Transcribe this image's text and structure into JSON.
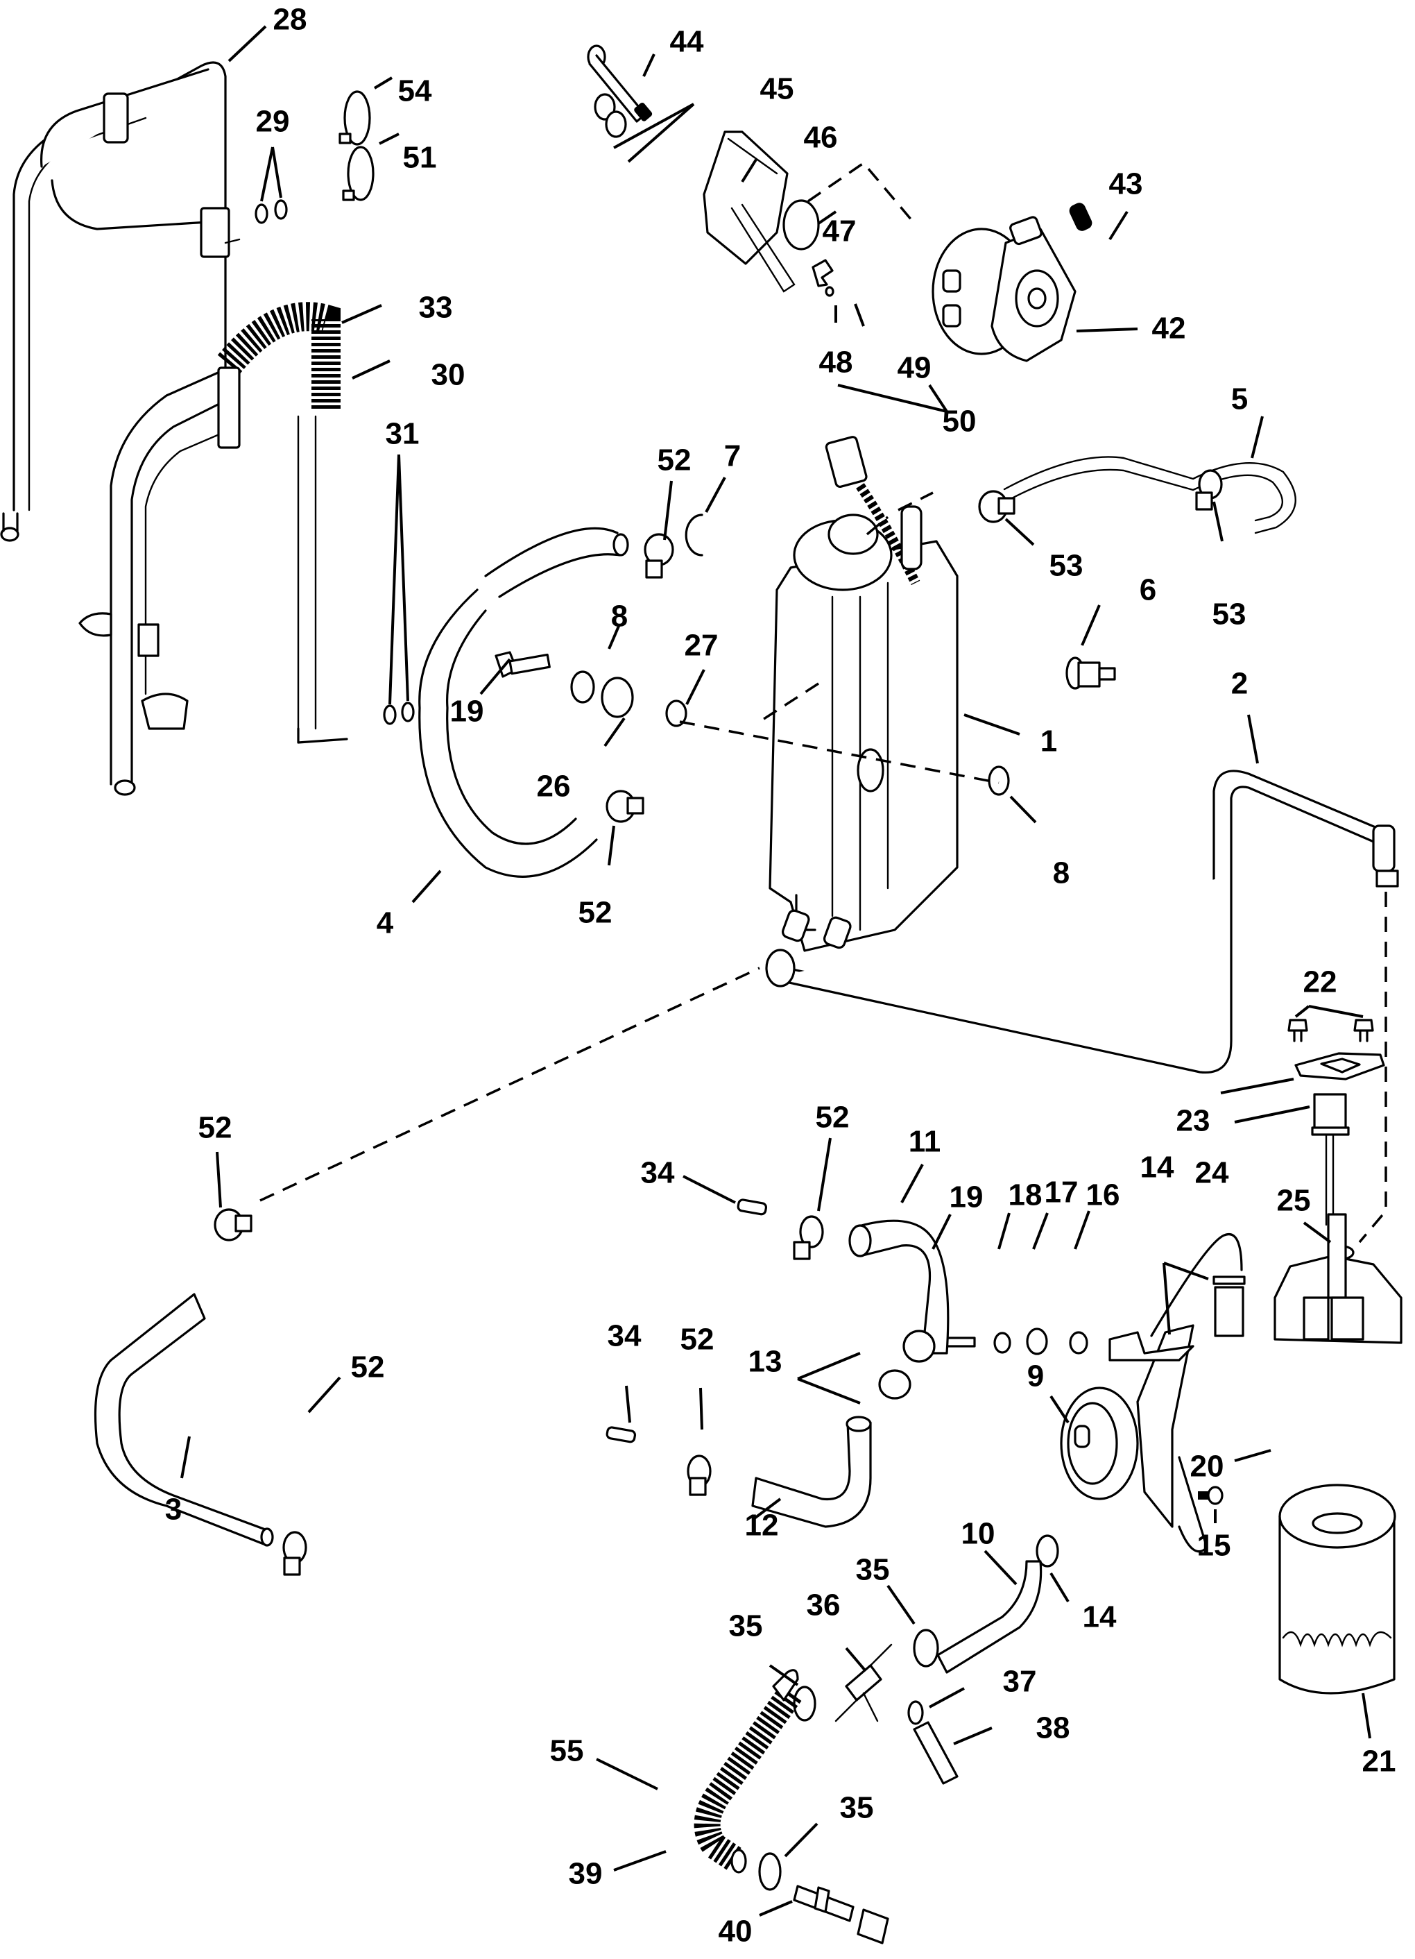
{
  "diagram": {
    "type": "exploded-parts-diagram",
    "subject": "Fuel system components (vapor separator, fuel lift pump, fuel filter, hoses)",
    "callouts": [
      {
        "id": "c1",
        "label": "1"
      },
      {
        "id": "c2",
        "label": "2"
      },
      {
        "id": "c3",
        "label": "3"
      },
      {
        "id": "c4",
        "label": "4"
      },
      {
        "id": "c5",
        "label": "5"
      },
      {
        "id": "c6",
        "label": "6"
      },
      {
        "id": "c7",
        "label": "7"
      },
      {
        "id": "c8a",
        "label": "8"
      },
      {
        "id": "c8b",
        "label": "8"
      },
      {
        "id": "c9",
        "label": "9"
      },
      {
        "id": "c10",
        "label": "10"
      },
      {
        "id": "c11",
        "label": "11"
      },
      {
        "id": "c12",
        "label": "12"
      },
      {
        "id": "c13",
        "label": "13"
      },
      {
        "id": "c14a",
        "label": "14"
      },
      {
        "id": "c14b",
        "label": "14"
      },
      {
        "id": "c15",
        "label": "15"
      },
      {
        "id": "c16",
        "label": "16"
      },
      {
        "id": "c17",
        "label": "17"
      },
      {
        "id": "c18",
        "label": "18"
      },
      {
        "id": "c19a",
        "label": "19"
      },
      {
        "id": "c19b",
        "label": "19"
      },
      {
        "id": "c20",
        "label": "20"
      },
      {
        "id": "c21",
        "label": "21"
      },
      {
        "id": "c22",
        "label": "22"
      },
      {
        "id": "c23",
        "label": "23"
      },
      {
        "id": "c24",
        "label": "24"
      },
      {
        "id": "c25",
        "label": "25"
      },
      {
        "id": "c26",
        "label": "26"
      },
      {
        "id": "c27",
        "label": "27"
      },
      {
        "id": "c28",
        "label": "28"
      },
      {
        "id": "c29",
        "label": "29"
      },
      {
        "id": "c30",
        "label": "30"
      },
      {
        "id": "c31",
        "label": "31"
      },
      {
        "id": "c33",
        "label": "33"
      },
      {
        "id": "c34a",
        "label": "34"
      },
      {
        "id": "c34b",
        "label": "34"
      },
      {
        "id": "c35a",
        "label": "35"
      },
      {
        "id": "c35b",
        "label": "35"
      },
      {
        "id": "c35c",
        "label": "35"
      },
      {
        "id": "c36",
        "label": "36"
      },
      {
        "id": "c37",
        "label": "37"
      },
      {
        "id": "c38",
        "label": "38"
      },
      {
        "id": "c39",
        "label": "39"
      },
      {
        "id": "c40",
        "label": "40"
      },
      {
        "id": "c42",
        "label": "42"
      },
      {
        "id": "c43",
        "label": "43"
      },
      {
        "id": "c44",
        "label": "44"
      },
      {
        "id": "c45",
        "label": "45"
      },
      {
        "id": "c46",
        "label": "46"
      },
      {
        "id": "c47",
        "label": "47"
      },
      {
        "id": "c48",
        "label": "48"
      },
      {
        "id": "c49",
        "label": "49"
      },
      {
        "id": "c50",
        "label": "50"
      },
      {
        "id": "c51",
        "label": "51"
      },
      {
        "id": "c52a",
        "label": "52"
      },
      {
        "id": "c52b",
        "label": "52"
      },
      {
        "id": "c52c",
        "label": "52"
      },
      {
        "id": "c52d",
        "label": "52"
      },
      {
        "id": "c52e",
        "label": "52"
      },
      {
        "id": "c52f",
        "label": "52"
      },
      {
        "id": "c53a",
        "label": "53"
      },
      {
        "id": "c53b",
        "label": "53"
      },
      {
        "id": "c54",
        "label": "54"
      },
      {
        "id": "c55",
        "label": "55"
      }
    ]
  }
}
